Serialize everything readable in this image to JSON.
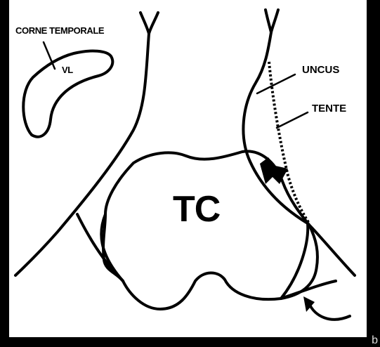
{
  "labels": {
    "temporal_horn": "CORNE TEMPORALE",
    "lateral_ventricle": "VL",
    "uncus": "UNCUS",
    "tentorium": "TENTE",
    "brainstem": "TC",
    "panel_letter": "b"
  }
}
